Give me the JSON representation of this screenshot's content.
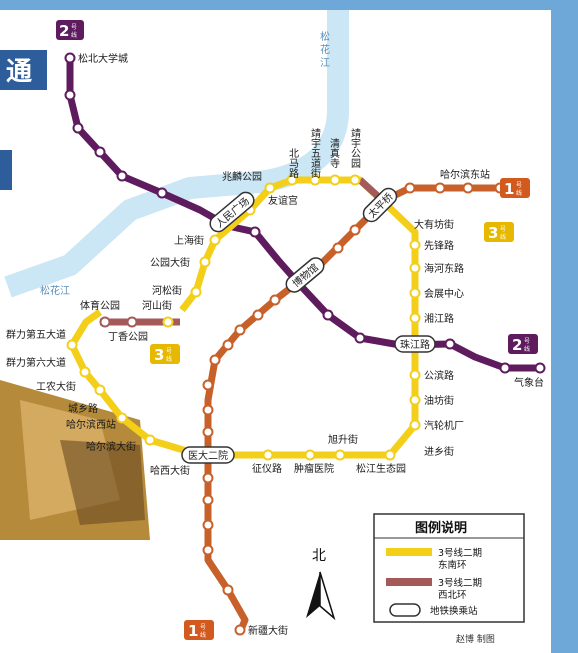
{
  "colors": {
    "line1": "#c8602a",
    "line2": "#5e1b5e",
    "line3_se": "#f3cf1a",
    "line3_nw": "#a55a5a",
    "water": "#cbe6f4",
    "frame": "#6ea8d8",
    "badge_dark": "#5e1b5e",
    "badge_orange": "#d25a1e",
    "badge_yellow": "#e6b800"
  },
  "header": {
    "tab_glyph": "通"
  },
  "rivers": [
    {
      "label_lines": [
        "松",
        "花",
        "江"
      ]
    },
    {
      "label": "松花江"
    }
  ],
  "badges": [
    {
      "number": "2",
      "unit": "号",
      "suffix": "线",
      "line": "line2"
    },
    {
      "number": "1",
      "unit": "号",
      "suffix": "线",
      "line": "line1"
    },
    {
      "number": "3",
      "unit": "号",
      "suffix": "线",
      "line": "line3"
    },
    {
      "number": "3",
      "unit": "号",
      "suffix": "线",
      "line": "line3"
    },
    {
      "number": "2",
      "unit": "号",
      "suffix": "线",
      "line": "line2"
    },
    {
      "number": "1",
      "unit": "号",
      "suffix": "线",
      "line": "line1"
    }
  ],
  "stations": {
    "songbei_univ": "松北大学城",
    "zhaolin_park": "兆麟公园",
    "beima_road": "北马路",
    "jingyu5": "靖宇五道街",
    "qingzhen": "清真寺",
    "jingyu_park": "靖宇公园",
    "harbin_east": "哈尔滨东站",
    "youyi_gong": "友谊宫",
    "shanghai_st": "上海街",
    "gongyuan_st": "公园大街",
    "hesong_st": "河松街",
    "heshan_st": "河山街",
    "tiyu_park": "体育公园",
    "dingxiang_park": "丁香公园",
    "qunli5": "群力第五大道",
    "qunli6": "群力第六大道",
    "gongnong_st": "工农大街",
    "chengxiang_rd": "城乡路",
    "harbin_west": "哈尔滨西站",
    "harbin_ave": "哈尔滨大街",
    "haxi_st": "哈西大街",
    "zhengyi_rd": "征仪路",
    "zhongliu": "肿瘤医院",
    "songjiang_eco": "松江生态园",
    "xusheng_st": "旭升街",
    "jinxiang_st": "进乡街",
    "qiche_jichang": "汽轮机厂",
    "youfang_st": "油坊街",
    "gongbin_rd": "公滨路",
    "xiangjiang_rd": "湘江路",
    "huizhan": "会展中心",
    "haihe_east": "海河东路",
    "xianfeng_rd": "先锋路",
    "dayoufang": "大有坊街",
    "qixiangtai": "气象台",
    "xinjiang_st": "新疆大街"
  },
  "transfers": {
    "renmin_square": "人民广场",
    "taiping_bridge": "太平桥",
    "boyuan_rd": "博物馆",
    "zhujiang_rd": "珠江路",
    "yida_2nd": "医大二院"
  },
  "compass": {
    "label": "北"
  },
  "legend": {
    "title": "图例说明",
    "items": [
      {
        "color_key": "line3_se",
        "label_1": "3号线二期",
        "label_2": "东南环"
      },
      {
        "color_key": "line3_nw",
        "label_1": "3号线二期",
        "label_2": "西北环"
      },
      {
        "label_1": "地铁换乘站"
      }
    ]
  },
  "credit": "赵博 制图"
}
